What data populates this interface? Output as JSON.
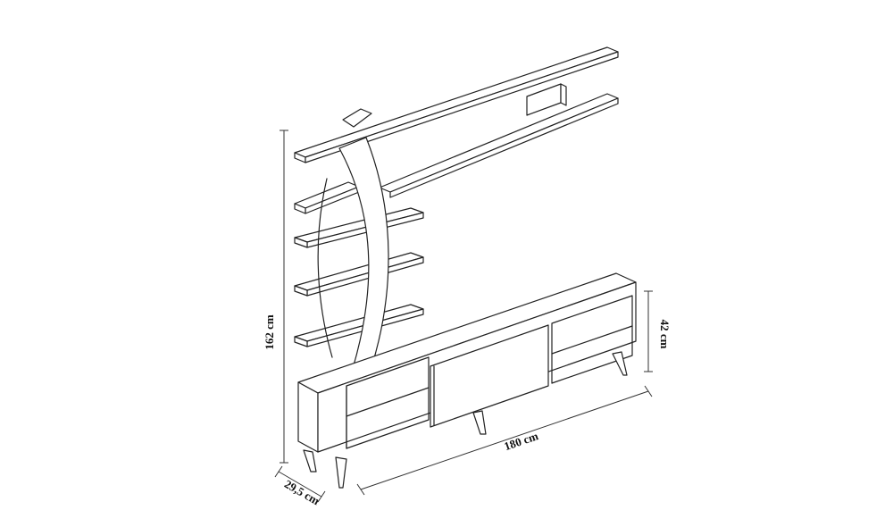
{
  "dimensions": {
    "height_total": "162 cm",
    "height_cabinet": "42 cm",
    "width": "180 cm",
    "depth": "29,5 cm"
  }
}
